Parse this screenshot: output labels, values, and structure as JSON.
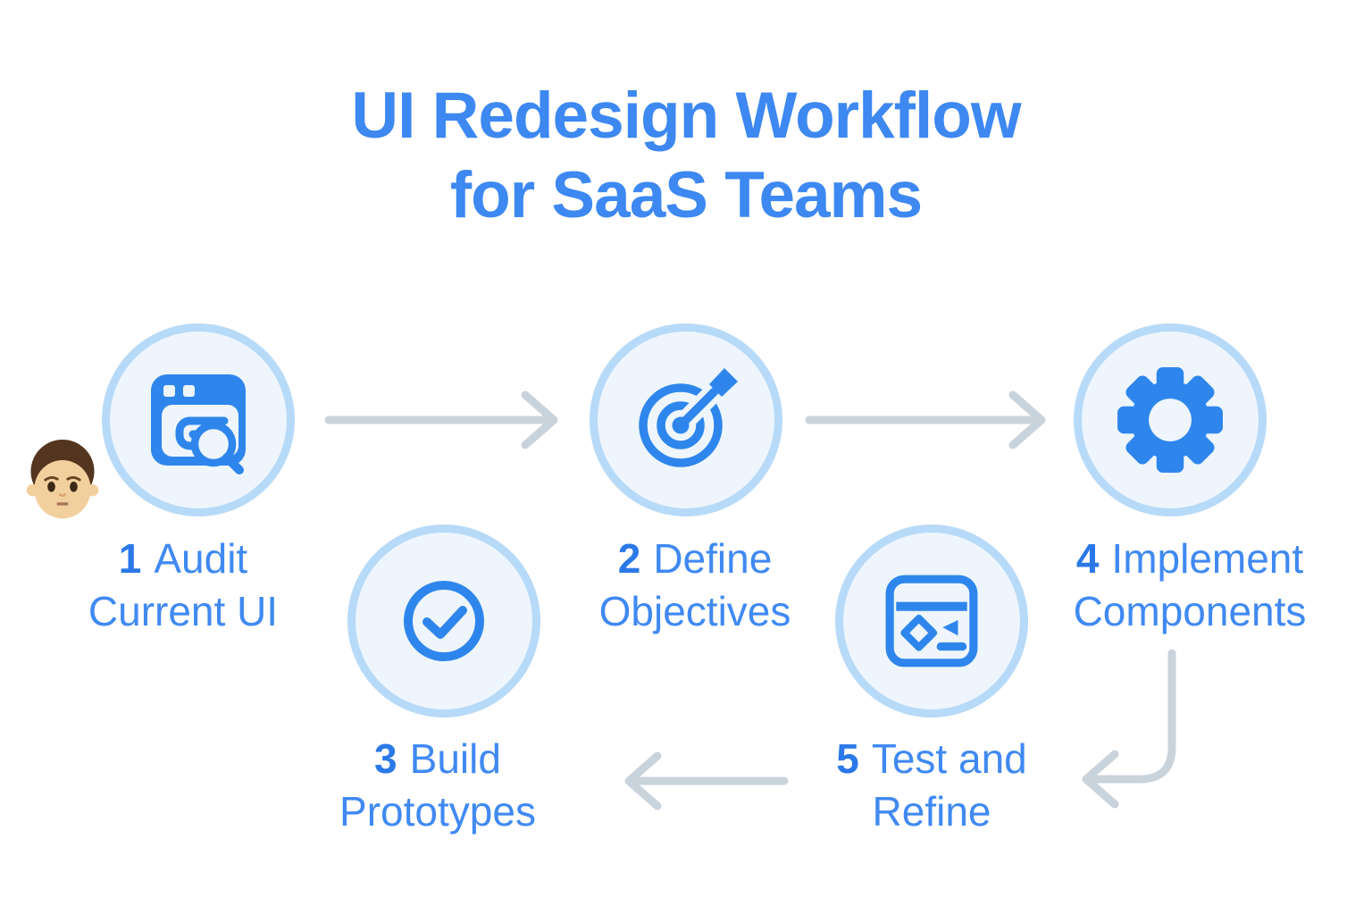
{
  "title": {
    "line1": "UI Redesign Workflow",
    "line2": "for SaaS Teams"
  },
  "steps": [
    {
      "number": "1",
      "label": "Audit Current UI",
      "icon": "browser-search-icon"
    },
    {
      "number": "2",
      "label": "Define Objectives",
      "icon": "target-arrow-icon"
    },
    {
      "number": "3",
      "label": "Build Prototypes",
      "icon": "check-circle-icon"
    },
    {
      "number": "4",
      "label": "Implement Components",
      "icon": "gear-icon"
    },
    {
      "number": "5",
      "label": "Test and Refine",
      "icon": "browser-window-shapes-icon"
    }
  ],
  "connectors": [
    {
      "from": "1",
      "to": "2",
      "style": "straight-right"
    },
    {
      "from": "2",
      "to": "4",
      "style": "straight-right"
    },
    {
      "from": "4",
      "to": "5",
      "style": "elbow-down-left"
    },
    {
      "from": "5",
      "to": "3",
      "style": "straight-left"
    }
  ],
  "decoration": {
    "person_emoji": "person with light skin tone and brown hair, neutral expression"
  },
  "colors": {
    "icon_blue": "#2e86ec",
    "title_text": "#3d88f1",
    "label_text": "#4089f2",
    "number_text": "#2b79e8",
    "circle_fill": "#eef5fd",
    "circle_ring": "#b7daf8",
    "arrow_gray": "#c9d3dc",
    "background": "#ffffff"
  }
}
